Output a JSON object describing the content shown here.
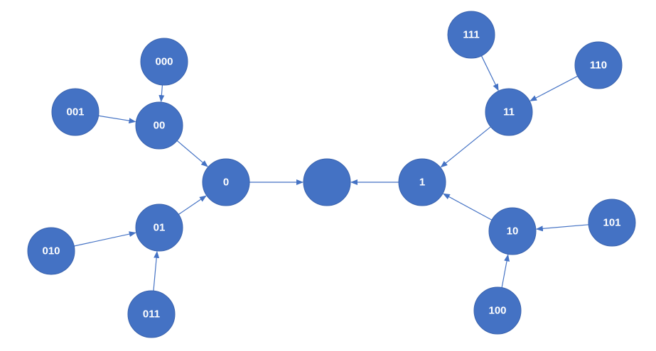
{
  "colors": {
    "node_fill": "#4472C4",
    "edge": "#4472C4",
    "label": "#FFFFFF"
  },
  "nodes": [
    {
      "id": "root",
      "label": ""
    },
    {
      "id": "n0",
      "label": "0"
    },
    {
      "id": "n1",
      "label": "1"
    },
    {
      "id": "n00",
      "label": "00"
    },
    {
      "id": "n01",
      "label": "01"
    },
    {
      "id": "n10",
      "label": "10"
    },
    {
      "id": "n11",
      "label": "11"
    },
    {
      "id": "n000",
      "label": "000"
    },
    {
      "id": "n001",
      "label": "001"
    },
    {
      "id": "n010",
      "label": "010"
    },
    {
      "id": "n011",
      "label": "011"
    },
    {
      "id": "n100",
      "label": "100"
    },
    {
      "id": "n101",
      "label": "101"
    },
    {
      "id": "n110",
      "label": "110"
    },
    {
      "id": "n111",
      "label": "111"
    }
  ],
  "edges": [
    {
      "from": "n0",
      "to": "root"
    },
    {
      "from": "n1",
      "to": "root"
    },
    {
      "from": "n00",
      "to": "n0"
    },
    {
      "from": "n01",
      "to": "n0"
    },
    {
      "from": "n10",
      "to": "n1"
    },
    {
      "from": "n11",
      "to": "n1"
    },
    {
      "from": "n000",
      "to": "n00"
    },
    {
      "from": "n001",
      "to": "n00"
    },
    {
      "from": "n010",
      "to": "n01"
    },
    {
      "from": "n011",
      "to": "n01"
    },
    {
      "from": "n100",
      "to": "n10"
    },
    {
      "from": "n101",
      "to": "n10"
    },
    {
      "from": "n110",
      "to": "n11"
    },
    {
      "from": "n111",
      "to": "n11"
    }
  ]
}
